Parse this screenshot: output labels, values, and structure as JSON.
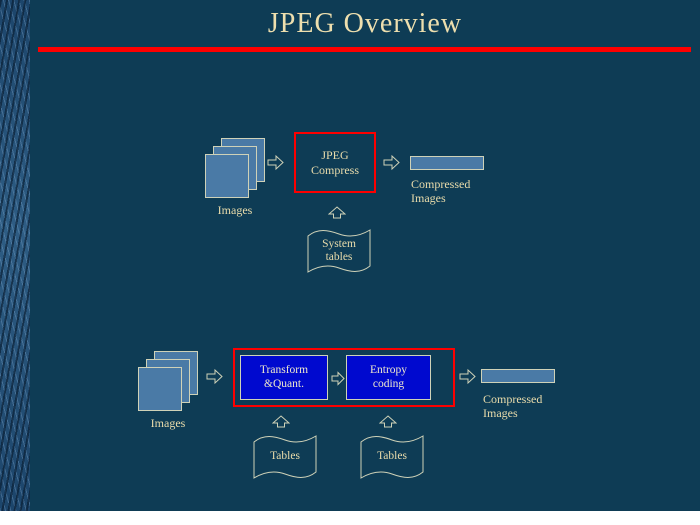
{
  "title": "JPEG Overview",
  "top_flow": {
    "images_label": "Images",
    "process_label": "JPEG\nCompress",
    "output_label": "Compressed\nImages",
    "tables_label": "System\ntables"
  },
  "bottom_flow": {
    "images_label": "Images",
    "transform_label": "Transform\n&Quant.",
    "entropy_label": "Entropy\ncoding",
    "output_label": "Compressed\nImages",
    "tables1_label": "Tables",
    "tables2_label": "Tables"
  },
  "colors": {
    "slide_background": "#0e3c55",
    "accent_red": "#fe0000",
    "highlight_blue": "#0009cf",
    "shape_fill": "#4a7aa6",
    "shape_outline": "#cfd2b8",
    "text": "#e9dcab",
    "footer_strip": "#ffffff"
  }
}
